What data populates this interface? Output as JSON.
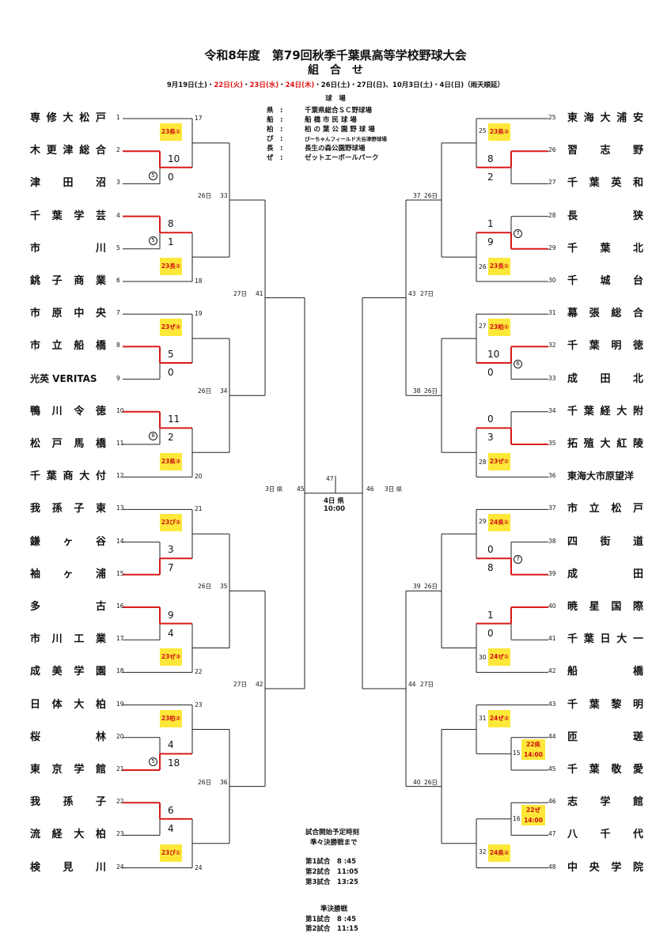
{
  "header": {
    "title": "令和8年度　第79回秋季千葉県高等学校野球大会",
    "subtitle": "組　合　せ",
    "dates": [
      {
        "text": "9月19日(土)・",
        "red": false
      },
      {
        "text": "22日(火)",
        "red": true
      },
      {
        "text": "・",
        "red": false
      },
      {
        "text": "23日(水)",
        "red": true
      },
      {
        "text": "・",
        "red": false
      },
      {
        "text": "24日(木)",
        "red": true
      },
      {
        "text": "・26日(土)・27日(日)、10月3日(土)・4日(日)（雨天順延）",
        "red": false
      }
    ]
  },
  "venues": {
    "heading": "球　場",
    "items": [
      {
        "abbr": "県　:",
        "name": "千葉県総合ＳＣ野球場"
      },
      {
        "abbr": "船　:",
        "name": "船 橋 市 民 球 場"
      },
      {
        "abbr": "柏　:",
        "name": "柏 の 葉 公 園 野 球 場"
      },
      {
        "abbr": "ぴ　:",
        "name": "ぴーちゃんフィールド大谷津野球場"
      },
      {
        "abbr": "長　:",
        "name": "長生の森公園野球場"
      },
      {
        "abbr": "ぜ　:",
        "name": "ゼットエーボールパーク"
      }
    ]
  },
  "schedule": {
    "heading": "試合開始予定時刻",
    "subheading": "準々決勝戦まで",
    "games": [
      "第1試合　8 :45",
      "第2試合　11:05",
      "第3試合　13:25"
    ],
    "semi_heading": "準決勝戦",
    "semi_games": [
      "第1試合　8 :45",
      "第2試合　11:15"
    ]
  },
  "teams_left": [
    "専修大松戸",
    "木更津総合",
    "津田沼",
    "千葉学芸",
    "市川",
    "銚子商業",
    "市原中央",
    "市立船橋",
    "光英 VERITAS",
    "鴨川令徳",
    "松戸馬橋",
    "千葉商大付",
    "我孫子東",
    "鎌ヶ谷",
    "袖ヶ浦",
    "多古",
    "市川工業",
    "成美学園",
    "日体大柏",
    "桜林",
    "東京学館",
    "我孫子",
    "流経大柏",
    "検見川"
  ],
  "teams_right": [
    "東海大浦安",
    "習志野",
    "千葉英和",
    "長狭",
    "千葉北",
    "千城台",
    "幕張総合",
    "千葉明徳",
    "成田北",
    "千葉経大附",
    "拓殖大紅陵",
    "東海大市原望洋",
    "市立松戸",
    "四街道",
    "成田",
    "暁星国際",
    "千葉日大一",
    "船橋",
    "千葉黎明",
    "匝瑳",
    "千葉敬愛",
    "志学館",
    "八千代",
    "中央学院"
  ],
  "games": [
    {
      "no": "17",
      "label": "23県①",
      "upper": "10",
      "lower": "0",
      "circle": "⑤"
    },
    {
      "no": "18",
      "label": "23長②",
      "upper": "8",
      "lower": "1",
      "circle": "⑤"
    },
    {
      "no": "19",
      "label": "23ぜ②",
      "upper": "5",
      "lower": "0",
      "circle": ""
    },
    {
      "no": "20",
      "label": "23県③",
      "upper": "11",
      "lower": "2",
      "circle": "⑧"
    },
    {
      "no": "21",
      "label": "23ぴ②",
      "upper": "3",
      "lower": "7",
      "circle": ""
    },
    {
      "no": "22",
      "label": "23ぜ③",
      "upper": "9",
      "lower": "4",
      "circle": ""
    },
    {
      "no": "23",
      "label": "23柏②",
      "upper": "4",
      "lower": "18",
      "circle": "⑤"
    },
    {
      "no": "24",
      "label": "23ぴ①",
      "upper": "6",
      "lower": "4",
      "circle": ""
    },
    {
      "no": "25",
      "label": "23県②",
      "upper": "8",
      "lower": "2",
      "circle": ""
    },
    {
      "no": "26",
      "label": "23長①",
      "upper": "1",
      "lower": "9",
      "circle": "⑦"
    },
    {
      "no": "27",
      "label": "23柏①",
      "upper": "10",
      "lower": "0",
      "circle": "⑥"
    },
    {
      "no": "28",
      "label": "23ぜ①",
      "upper": "0",
      "lower": "3",
      "circle": ""
    },
    {
      "no": "29",
      "label": "24県①",
      "upper": "0",
      "lower": "8",
      "circle": "⑦"
    },
    {
      "no": "30",
      "label": "24ぜ①",
      "upper": "1",
      "lower": "0",
      "circle": ""
    },
    {
      "no": "31",
      "label": "24ぜ②",
      "upper": "",
      "lower": "",
      "circle": ""
    },
    {
      "no": "32",
      "label": "24県②",
      "upper": "",
      "lower": "",
      "circle": ""
    },
    {
      "no": "15",
      "label": "22県\n14:00"
    },
    {
      "no": "16",
      "label": "22ぜ\n14:00"
    }
  ],
  "round3": [
    {
      "no": "33",
      "day": "26日"
    },
    {
      "no": "34",
      "day": "26日"
    },
    {
      "no": "35",
      "day": "26日"
    },
    {
      "no": "36",
      "day": "26日"
    },
    {
      "no": "37",
      "day": "26日"
    },
    {
      "no": "38",
      "day": "26日"
    },
    {
      "no": "39",
      "day": "26日"
    },
    {
      "no": "40",
      "day": "26日"
    }
  ],
  "round4": [
    {
      "no": "41",
      "day": "27日"
    },
    {
      "no": "42",
      "day": "27日"
    },
    {
      "no": "43",
      "day": "27日"
    },
    {
      "no": "44",
      "day": "27日"
    }
  ],
  "semis": [
    {
      "no": "45",
      "day": "3日 県"
    },
    {
      "no": "46",
      "day": "3日 県"
    }
  ],
  "final": {
    "no": "47",
    "day": "4日 県",
    "time": "10:00"
  }
}
